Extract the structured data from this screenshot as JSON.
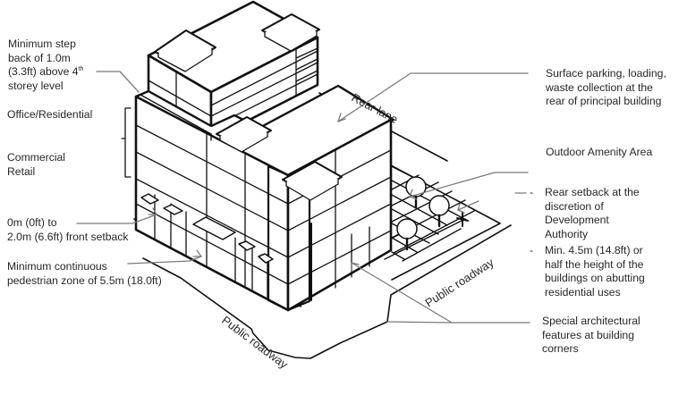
{
  "diagram": {
    "title": "Building massing and setback diagram",
    "colors": {
      "line": "#111111",
      "leader": "#7a7a7a",
      "text": "#262626",
      "background": "#ffffff"
    }
  },
  "labels": {
    "step_back": {
      "lines": [
        "Minimum step",
        "back of 1.0m",
        "(3.3ft) above 4",
        "storey level"
      ],
      "superscript": "th"
    },
    "office_residential": "Office/Residential",
    "commercial_retail": [
      "Commercial",
      "Retail"
    ],
    "front_setback": [
      "0m (0ft) to",
      "2.0m (6.6ft) front setback"
    ],
    "pedestrian_zone": [
      "Minimum continuous",
      "pedestrian zone of 5.5m (18.0ft)"
    ],
    "surface_parking": [
      "Surface parking, loading,",
      "waste collection at the",
      "rear of principal building"
    ],
    "outdoor_amenity": "Outdoor Amenity Area",
    "rear_setback": {
      "bullet": "-",
      "item1": [
        "Rear setback at the",
        "discretion of",
        "Development",
        "Authority"
      ],
      "item2": [
        "Min. 4.5m (14.8ft) or",
        "half the height of the",
        "buildings on abutting",
        "residential uses"
      ]
    },
    "special_features": [
      "Special architectural",
      "features at building",
      "corners"
    ]
  },
  "map_labels": {
    "rear_lane": "Rear lane",
    "public_roadway_right": "Public roadway",
    "public_roadway_bottom": "Public roadway"
  }
}
